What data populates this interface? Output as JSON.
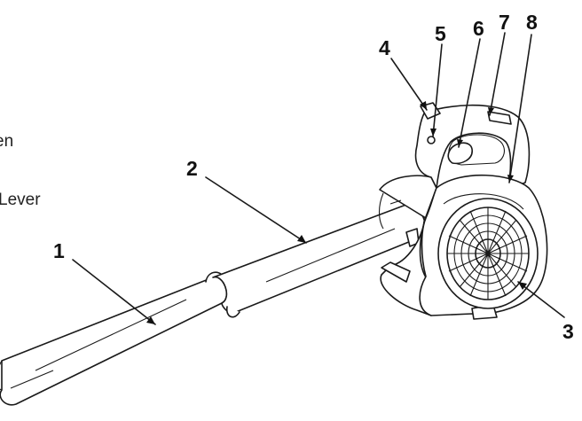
{
  "diagram": {
    "left_text_fragments": [
      "en",
      "Lever"
    ],
    "callouts": [
      "1",
      "2",
      "3",
      "4",
      "5",
      "6",
      "7",
      "8"
    ]
  }
}
